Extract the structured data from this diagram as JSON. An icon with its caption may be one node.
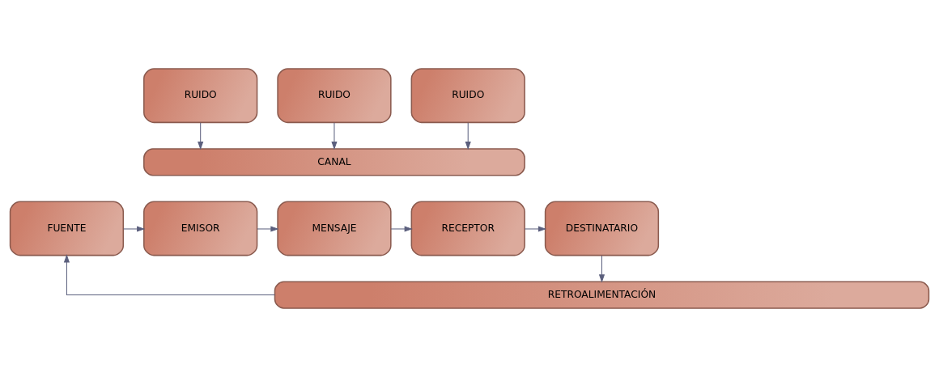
{
  "diagram": {
    "nodes": [
      {
        "text": [
          "RUIDO"
        ]
      },
      {
        "text": [
          "RUIDO"
        ]
      },
      {
        "text": [
          "RUIDO"
        ]
      },
      {
        "text": [
          "CANAL"
        ]
      },
      {
        "text": [
          "FUENTE"
        ]
      },
      {
        "text": [
          "EMISOR"
        ]
      },
      {
        "text": [
          "MENSAJE"
        ]
      },
      {
        "text": [
          "RECEPTOR"
        ]
      },
      {
        "text": [
          "DESTINATARIO"
        ]
      },
      {
        "text": [
          "RETROALIMENTACIÓN"
        ]
      }
    ],
    "edges": [
      {
        "from": 0,
        "to": 3,
        "arrow": "to"
      },
      {
        "from": 1,
        "to": 3,
        "arrow": "to"
      },
      {
        "from": 2,
        "to": 3,
        "arrow": "to"
      },
      {
        "from": 4,
        "to": 5,
        "arrow": "to"
      },
      {
        "from": 5,
        "to": 6,
        "arrow": "to"
      },
      {
        "from": 6,
        "to": 7,
        "arrow": "to"
      },
      {
        "from": 7,
        "to": 8,
        "arrow": "to"
      },
      {
        "from": 8,
        "to": 9,
        "arrow": "to"
      },
      {
        "from": 9,
        "to": 4,
        "arrow": "to"
      }
    ]
  }
}
